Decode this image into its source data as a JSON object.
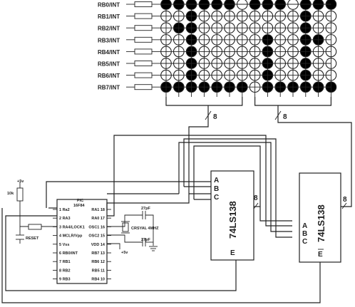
{
  "matrix": {
    "row_labels": [
      "RB0/INT",
      "RB1/INT",
      "RB2/INT",
      "RB3/INT",
      "RB4/INT",
      "RB5/INT",
      "RB6/INT",
      "RB7/INT"
    ],
    "lit": [
      "11111101110111",
      "00100000000100",
      "01100000000100",
      "00100000100110",
      "00100000100100",
      "00100000100100",
      "00100000100100",
      "11111110111111"
    ],
    "bus_label_left": "8",
    "bus_label_right": "8",
    "lit_color": "#000000",
    "unlit_color": "#ffffff"
  },
  "pic": {
    "title_line1": "PIC",
    "title_line2": "16F84",
    "left_pins": [
      "1 Ra2",
      "2 RA3",
      "3 RA4/LOCK1",
      "4 MCLR/Vpp",
      "5 Vss",
      "6 RB0/INT",
      "7 RB1",
      "8 RB2",
      "9 RB3"
    ],
    "right_pins": [
      "RA1 18",
      "RA0 17",
      "OSC1 16",
      "OSC2 15",
      "VDD 14",
      "RB7 13",
      "RB6 12",
      "RB5 11",
      "RB4 10"
    ]
  },
  "osc": {
    "cap1": "27pF",
    "crystal": "CRSYAL 4MHZ",
    "cap2": "27pF"
  },
  "reset": {
    "vcc": "+5v",
    "resistor": "10k",
    "button": "RESET"
  },
  "vdd_label": "+5v",
  "dec1": {
    "name": "74LS138",
    "inputs": [
      "A",
      "B",
      "C"
    ],
    "enable": "E",
    "bus": "8"
  },
  "dec2": {
    "name": "74LS138",
    "inputs": [
      "A",
      "B",
      "C"
    ],
    "enable": "E",
    "bus": "8"
  }
}
